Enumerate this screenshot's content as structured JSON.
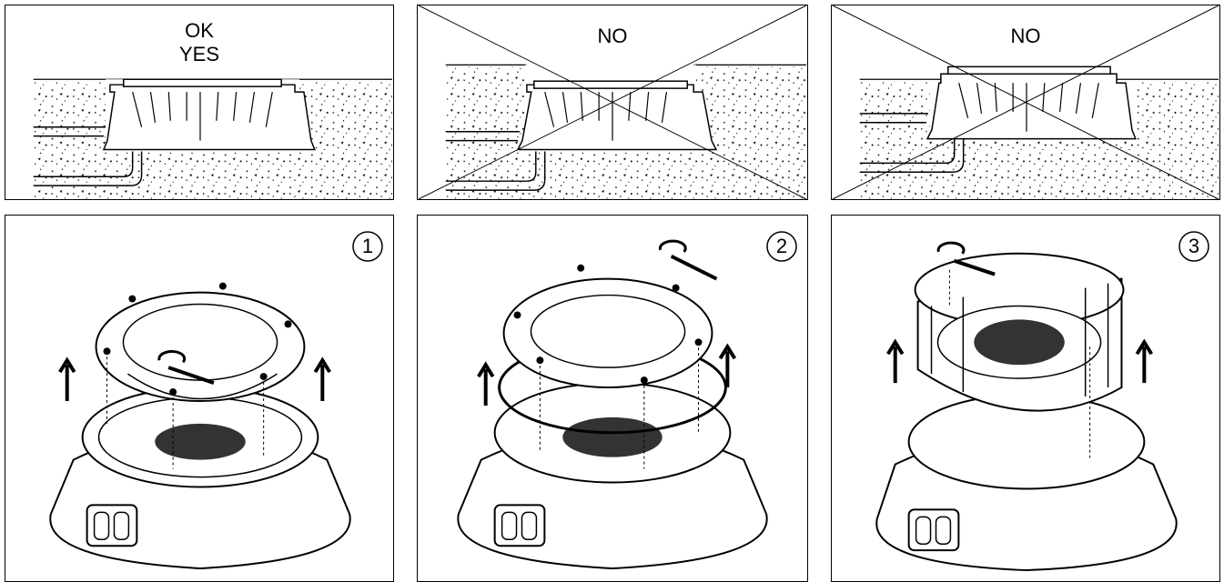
{
  "top_panels": [
    {
      "line1": "OK",
      "line2": "YES",
      "crossed": false
    },
    {
      "line1": "NO",
      "line2": "",
      "crossed": true
    },
    {
      "line1": "NO",
      "line2": "",
      "crossed": true
    }
  ],
  "steps": [
    {
      "number": "1"
    },
    {
      "number": "2"
    },
    {
      "number": "3"
    }
  ],
  "colors": {
    "line": "#000000",
    "background": "#ffffff"
  }
}
